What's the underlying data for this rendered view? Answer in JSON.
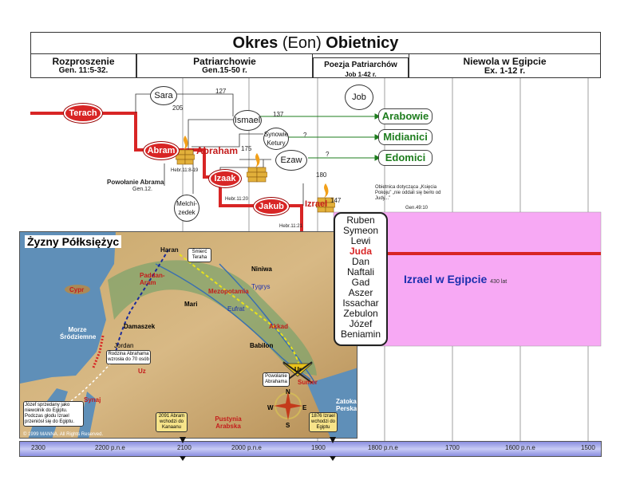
{
  "header": {
    "title_a": "Okres",
    "title_b": "(Eon)",
    "title_c": "Obietnicy"
  },
  "periods": [
    {
      "title": "Rozproszenie",
      "sub": "Gen. 11:5-32."
    },
    {
      "title": "Patriarchowie",
      "sub": "Gen.15-50 r."
    },
    {
      "title": "Poezja Patriarchów",
      "sub": "Job 1-42 r."
    },
    {
      "title": "Niewola w Egipcie",
      "sub": "Ex. 1-12 r."
    }
  ],
  "people": {
    "terach": "Terach",
    "abram": "Abram",
    "abraham": "Abraham",
    "izaak": "Izaak",
    "jakub": "Jakub",
    "izrael": "Izrael",
    "sara": "Sara",
    "ismael": "Ismael",
    "synowie_ketury": "Synowie Ketury",
    "ezaw": "Ezaw",
    "job": "Job",
    "melchizedek": "Melchi-zedek"
  },
  "nations": [
    "Arabowie",
    "Midianici",
    "Edomici"
  ],
  "numbers": {
    "n127": "127",
    "n205": "205",
    "n137": "137",
    "n175": "175",
    "n180": "180",
    "n147": "147",
    "q1": "?",
    "q2": "?"
  },
  "refs": {
    "heb8": "Hebr.11:8-19",
    "heb20": "Hebr.11:20",
    "heb21": "Hebr.11:21",
    "powolanie": "Powołanie Abrama",
    "powolanie_ref": "Gen.12.",
    "obietnica": "Obietnica dotycząca „Księcia Pokoju” „nie oddali się berło od Judy...”",
    "obietnica_ref": "Gen.49:10"
  },
  "tribes": [
    "Ruben",
    "Symeon",
    "Lewi",
    "Juda",
    "Dan",
    "Naftali",
    "Gad",
    "Aszer",
    "Issachar",
    "Zebulon",
    "Józef",
    "Beniamin"
  ],
  "egypt": {
    "label": "Izrael w Egipcie",
    "years": "430 lat"
  },
  "map": {
    "title": "Żyzny Półksiężyc",
    "labels": {
      "haran": "Haran",
      "smierc_teraha": "Śmierć Teraha",
      "niniwa": "Niniwa",
      "paddan": "Paddan-Aram",
      "mezopotamia": "Mezopotamia",
      "mari": "Mari",
      "eufrat": "Eufrat",
      "tygrys": "Tygrys",
      "cypr": "Cypr",
      "damaszek": "Damaszek",
      "morze": "Morze Śródziemne",
      "jordan": "Jordan",
      "rodzina": "Rodzina Abrahama wzrosła do 70 osób",
      "uz": "Uz",
      "akkad": "Akkad",
      "babilon": "Babilon",
      "powolanie": "Powołanie Abrahama",
      "ur": "Ur",
      "sumer": "Sumer",
      "synaj": "Synaj",
      "jozef": "Józef sprzedany jako niewolnik do Egiptu. Podczas głodu Izrael przeniósł się do Egiptu.",
      "b2091": "2091 Abram wchodzi do Kanaanu",
      "pustynia": "Pustynia Arabska",
      "b1876": "1876 Izrael wchodzi do Egiptu",
      "zatoka": "Zatoka Perska",
      "n": "N",
      "s": "S",
      "e": "E",
      "w": "W",
      "copyright": "© 1999 MANNA. All Rights Reserved."
    }
  },
  "timeline": [
    "2300",
    "2200 p.n.e",
    "2100",
    "2000 p.n.e",
    "1900",
    "1800 p.n.e",
    "1700",
    "1600 p.n.e",
    "1500"
  ],
  "colors": {
    "red_line": "#d82525",
    "green": "#1e7d1e",
    "pink": "#f7a9f4",
    "blue": "#1b2fae"
  }
}
